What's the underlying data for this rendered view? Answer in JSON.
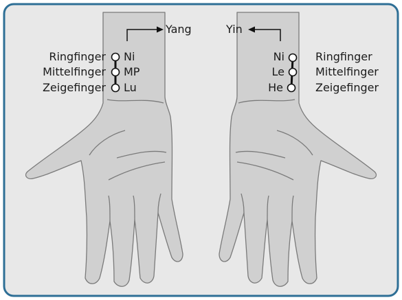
{
  "left_hand": {
    "direction_label": "Yang",
    "positions": [
      {
        "finger": "Ringfinger",
        "code": "Ni"
      },
      {
        "finger": "Mittelfinger",
        "code": "MP"
      },
      {
        "finger": "Zeigefinger",
        "code": "Lu"
      }
    ]
  },
  "right_hand": {
    "direction_label": "Yin",
    "positions": [
      {
        "finger": "Ringfinger",
        "code": "Ni"
      },
      {
        "finger": "Mittelfinger",
        "code": "Le"
      },
      {
        "finger": "Zeigefinger",
        "code": "He"
      }
    ]
  },
  "colors": {
    "frame_border": "#2e6f96",
    "frame_background": "#e8e8e8",
    "hand_fill": "#d0d0d0",
    "hand_stroke": "#7a7a7a",
    "text": "#1a1a1a"
  }
}
